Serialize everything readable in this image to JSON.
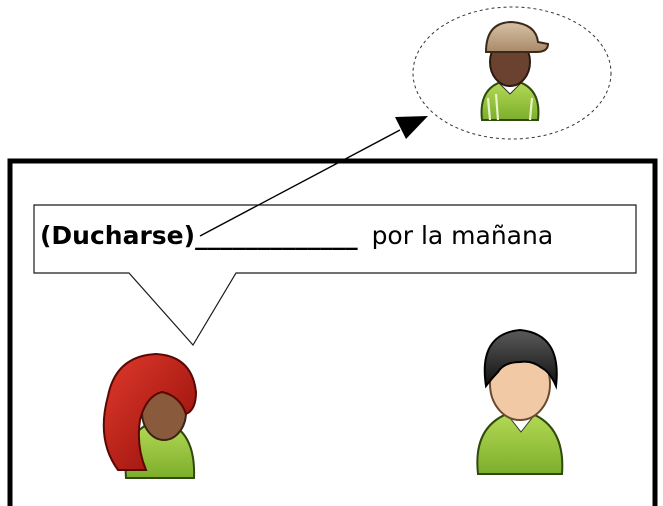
{
  "sentence": {
    "verb": "(Ducharse)",
    "blank": "_____________",
    "rest": "por la mañana"
  },
  "figures": {
    "subject": {
      "name": "boy-with-cap",
      "cap_color": "#c4a98b",
      "shirt_color": "#9ccb3b",
      "skin_color": "#6b4230"
    },
    "speaker": {
      "name": "girl-red-hair",
      "hair_color": "#c4120f",
      "shirt_color": "#9ccb3b",
      "skin_color": "#8a5a3c"
    },
    "listener": {
      "name": "boy-black-hair",
      "hair_color": "#2a2a2a",
      "shirt_color": "#8cc63f",
      "skin_color": "#f1c9a5"
    }
  }
}
